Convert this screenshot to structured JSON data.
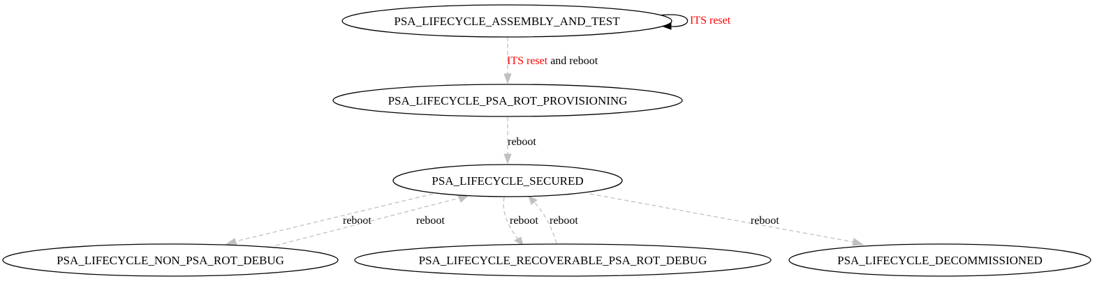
{
  "nodes": {
    "assembly": "PSA_LIFECYCLE_ASSEMBLY_AND_TEST",
    "provisioning": "PSA_LIFECYCLE_PSA_ROT_PROVISIONING",
    "secured": "PSA_LIFECYCLE_SECURED",
    "non_psa_debug": "PSA_LIFECYCLE_NON_PSA_ROT_DEBUG",
    "recoverable_debug": "PSA_LIFECYCLE_RECOVERABLE_PSA_ROT_DEBUG",
    "decommissioned": "PSA_LIFECYCLE_DECOMMISSIONED"
  },
  "edges": {
    "assembly_self": {
      "label": "ITS reset"
    },
    "assembly_to_provisioning": {
      "label_red": "ITS reset",
      "label_rest": " and reboot"
    },
    "provisioning_to_secured": {
      "label": "reboot"
    },
    "secured_to_non_psa": {
      "label": "reboot"
    },
    "non_psa_to_secured": {
      "label": "reboot"
    },
    "secured_to_recoverable": {
      "label": "reboot"
    },
    "recoverable_to_secured": {
      "label": "reboot"
    },
    "secured_to_decommissioned": {
      "label": "reboot"
    }
  },
  "colors": {
    "highlight": "#ff0000",
    "edge": "#c0c0c0",
    "node_stroke": "#000000"
  }
}
